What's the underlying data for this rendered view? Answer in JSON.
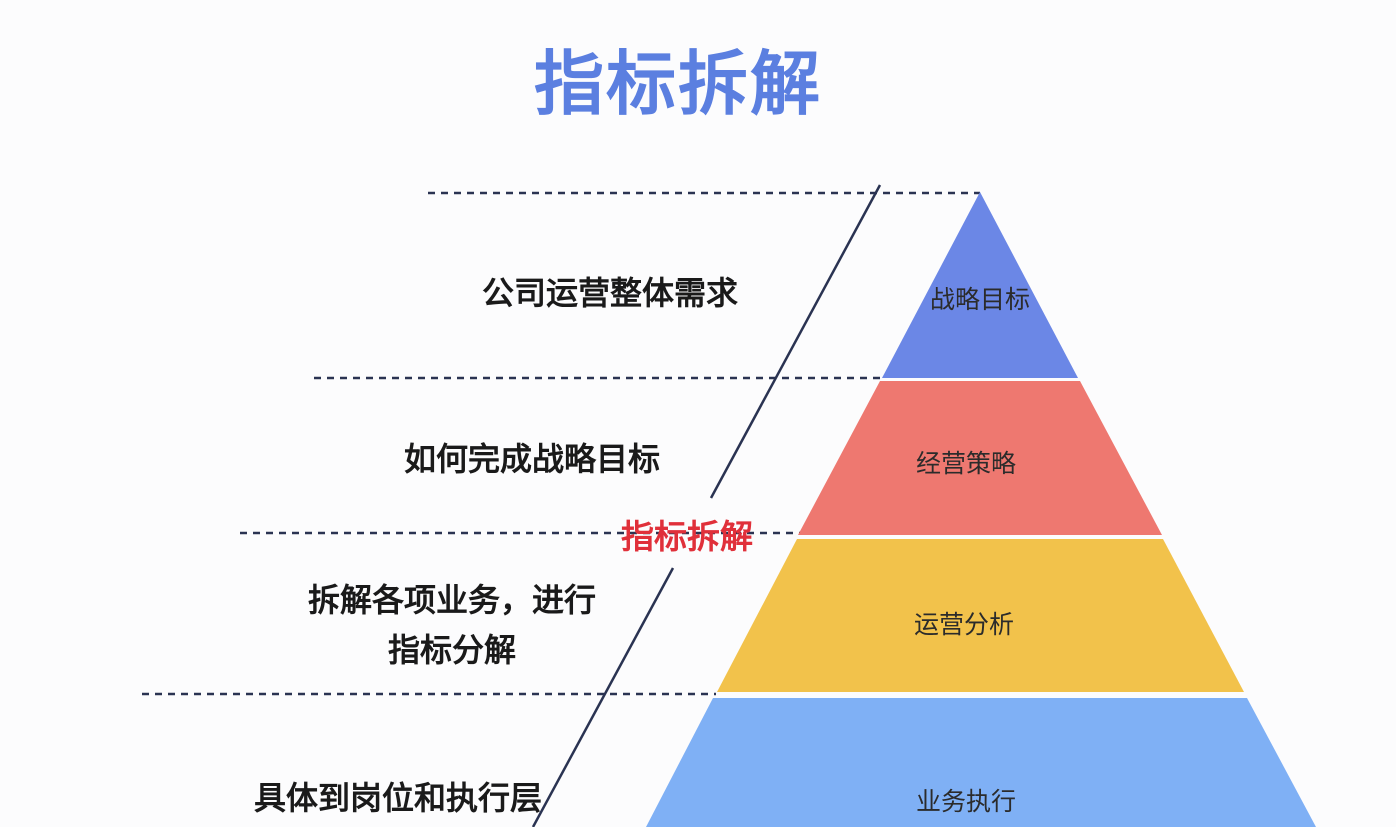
{
  "title": "指标拆解",
  "center_label": "指标拆解",
  "levels": [
    {
      "description_lines": [
        "公司运营整体需求"
      ],
      "tier_label": "战略目标",
      "color": "#6b87e6"
    },
    {
      "description_lines": [
        "如何完成战略目标"
      ],
      "tier_label": "经营策略",
      "color": "#ee7870"
    },
    {
      "description_lines": [
        "拆解各项业务，进行",
        "指标分解"
      ],
      "tier_label": "运营分析",
      "color": "#f2c24b"
    },
    {
      "description_lines": [
        "具体到岗位和执行层"
      ],
      "tier_label": "业务执行",
      "color": "#7fb0f5"
    }
  ],
  "line_color": "#2a3352"
}
